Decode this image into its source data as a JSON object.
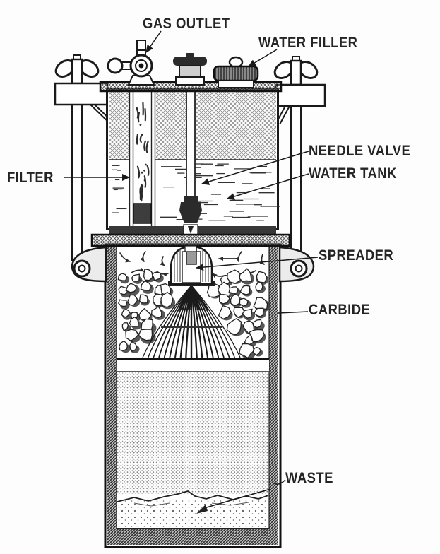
{
  "diagram": {
    "labels": {
      "gas_outlet": "GAS OUTLET",
      "water_filler": "WATER FILLER",
      "filter": "FILTER",
      "needle_valve": "NEEDLE VALVE",
      "water_tank": "WATER TANK",
      "spreader": "SPREADER",
      "carbide": "CARBIDE",
      "waste": "WASTE"
    },
    "colors": {
      "ink": "#1f1f1f",
      "paper": "#ffffff",
      "shading_gray": "#777777"
    }
  }
}
